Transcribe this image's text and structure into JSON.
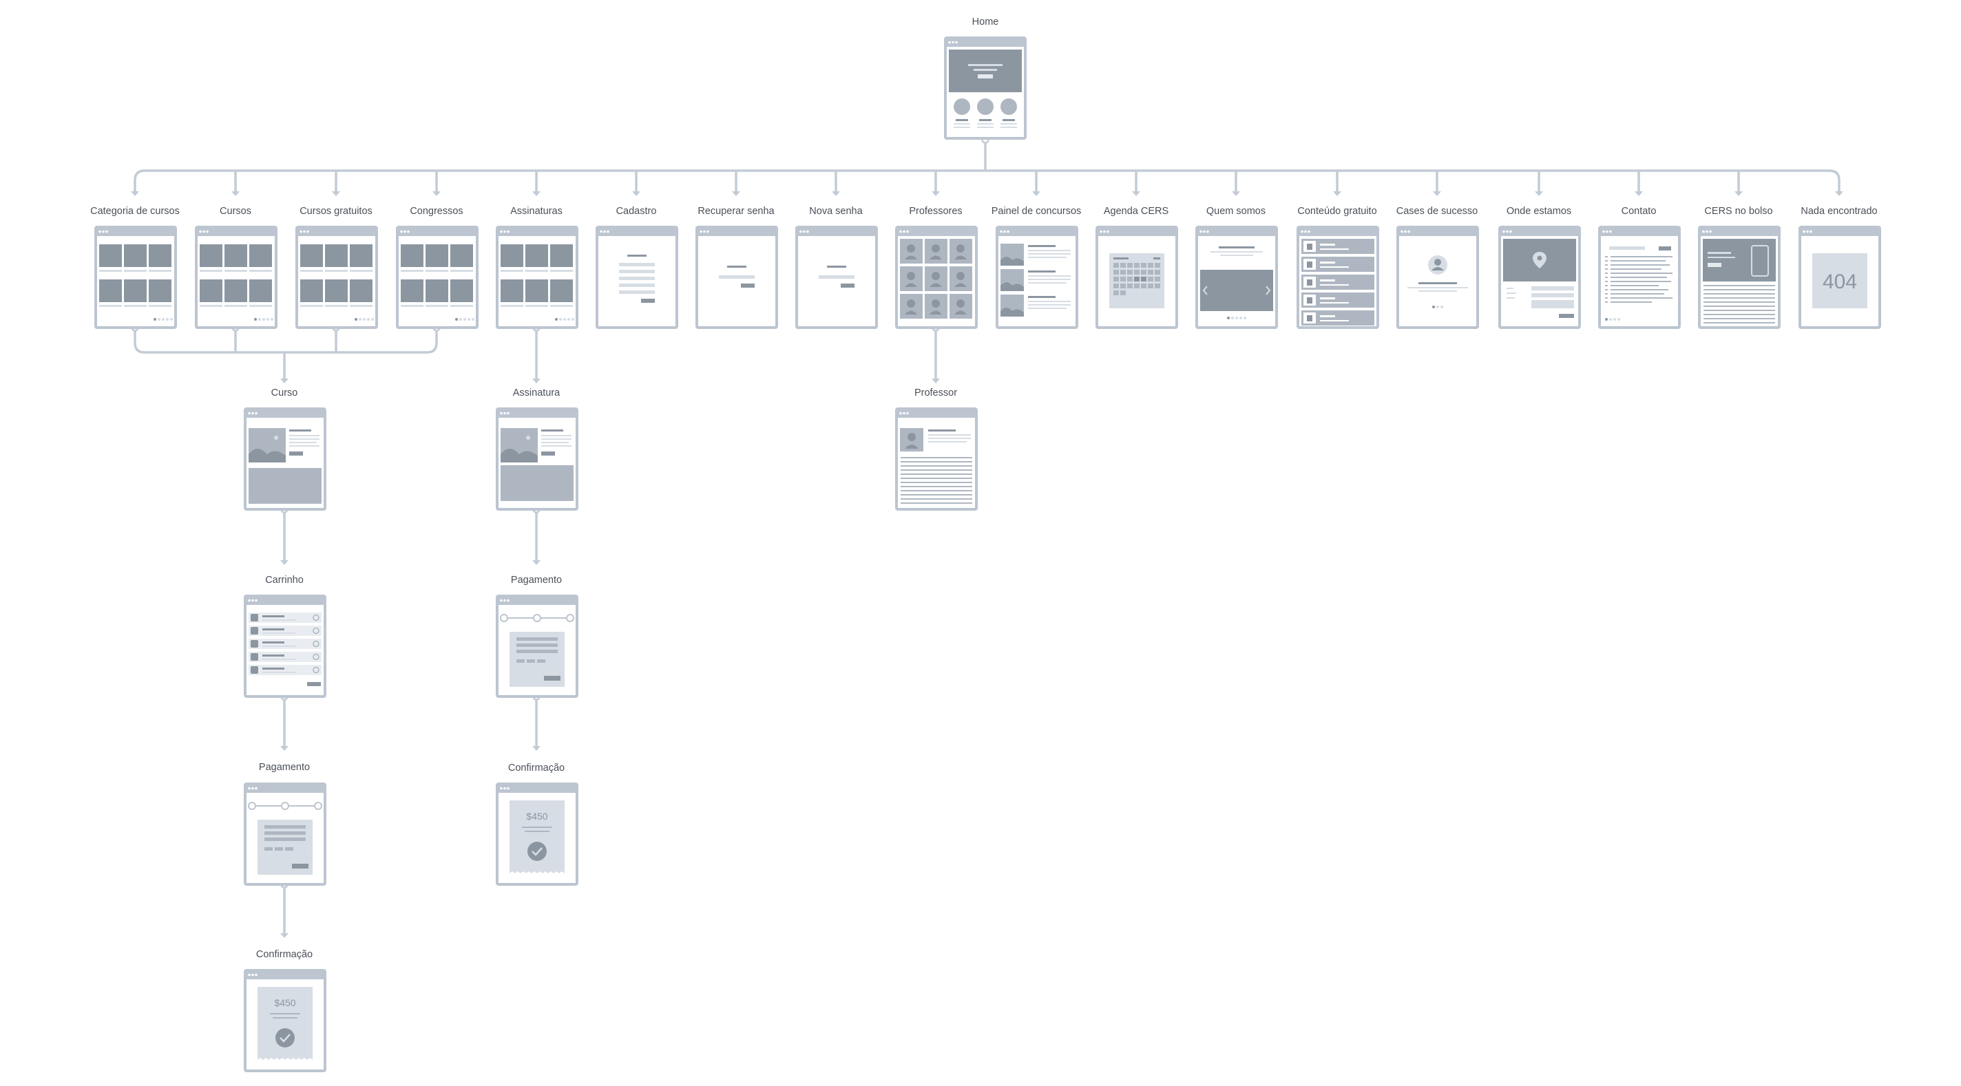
{
  "pages": {
    "home": "Home",
    "categoria_cursos": "Categoria de cursos",
    "cursos": "Cursos",
    "cursos_gratuitos": "Cursos gratuitos",
    "congressos": "Congressos",
    "assinaturas": "Assinaturas",
    "cadastro": "Cadastro",
    "recuperar_senha": "Recuperar senha",
    "nova_senha": "Nova senha",
    "professores": "Professores",
    "painel_concursos": "Painel de concursos",
    "agenda_cers": "Agenda CERS",
    "quem_somos": "Quem somos",
    "conteudo_gratuito": "Conteúdo gratuito",
    "cases_sucesso": "Cases de sucesso",
    "onde_estamos": "Onde estamos",
    "contato": "Contato",
    "cers_bolso": "CERS no bolso",
    "nada_encontrado": "Nada encontrado",
    "curso": "Curso",
    "assinatura": "Assinatura",
    "professor": "Professor",
    "carrinho": "Carrinho",
    "pagamento_curso": "Pagamento",
    "pagamento_assinatura": "Pagamento",
    "confirmacao_curso": "Confirmação",
    "confirmacao_assinatura": "Confirmação"
  },
  "texts": {
    "price_1": "$450",
    "price_2": "$450",
    "error_404": "404"
  },
  "colors": {
    "connector": "#c3cbd5",
    "frame_border": "#bcc5d0",
    "dark_block": "#8c96a1",
    "light_block": "#d7dde4",
    "label_text": "#4a5058"
  }
}
